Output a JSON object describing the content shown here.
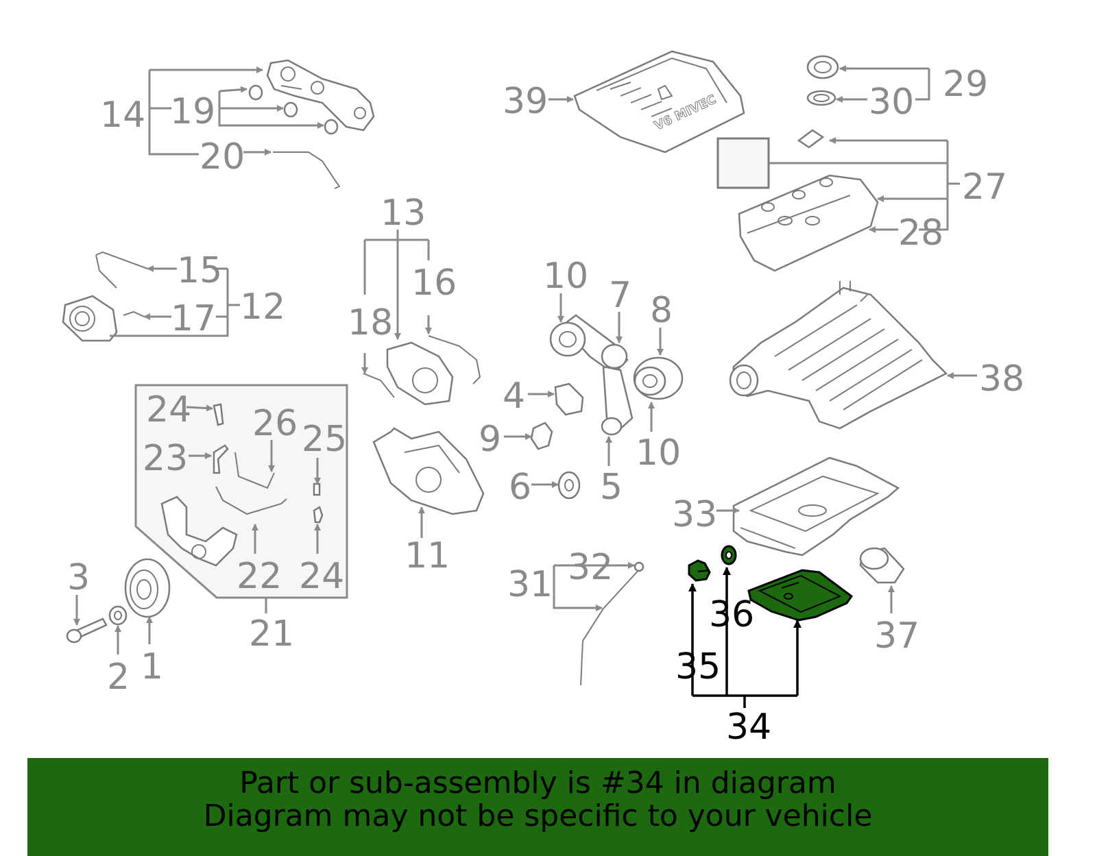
{
  "colors": {
    "callout_gray": "#8a8a8a",
    "highlight_black": "#000000",
    "highlight_part_fill": "#1c6910",
    "banner_background": "#1c6910",
    "group_box_fill": "#f6f6f6"
  },
  "callouts": {
    "c1": "1",
    "c2": "2",
    "c3": "3",
    "c4": "4",
    "c5": "5",
    "c6": "6",
    "c7": "7",
    "c8": "8",
    "c9": "9",
    "c10a": "10",
    "c10b": "10",
    "c11": "11",
    "c12": "12",
    "c13": "13",
    "c14": "14",
    "c15": "15",
    "c16": "16",
    "c17": "17",
    "c18": "18",
    "c19": "19",
    "c20": "20",
    "c21": "21",
    "c22": "22",
    "c23": "23",
    "c24a": "24",
    "c24b": "24",
    "c25": "25",
    "c26": "26",
    "c27": "27",
    "c28": "28",
    "c29": "29",
    "c30": "30",
    "c31": "31",
    "c32": "32",
    "c33": "33",
    "c34": "34",
    "c35": "35",
    "c36": "36",
    "c37": "37",
    "c38": "38",
    "c39": "39"
  },
  "engine_cover_text": "V6 MIVEC",
  "banner": {
    "line1": "Part or sub-assembly is #34 in diagram",
    "line2": "Diagram may not be specific to your vehicle"
  }
}
